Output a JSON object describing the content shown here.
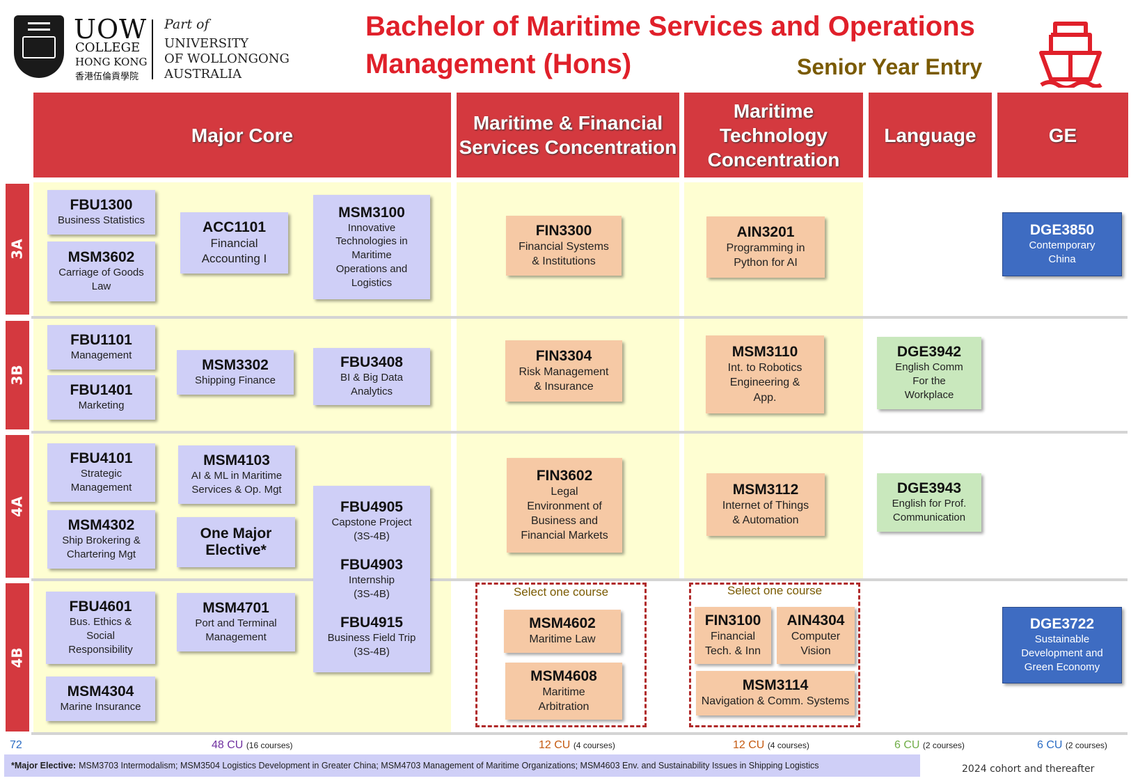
{
  "logo": {
    "uow": "UOW",
    "college": "COLLEGE",
    "hongkong": "HONG KONG",
    "chinese": "香港伍倫貢學院",
    "part_of": "Part of",
    "univ1": "UNIVERSITY",
    "univ2": "OF WOLLONGONG",
    "univ3": "AUSTRALIA"
  },
  "title": {
    "line1": "Bachelor of Maritime Services and Operations",
    "line2": "Management (Hons)",
    "subtitle": "Senior Year Entry"
  },
  "columns": {
    "core": "Major Core",
    "mfs": [
      "Maritime & Financial",
      "Services Concentration"
    ],
    "mtc": [
      "Maritime",
      "Technology",
      "Concentration"
    ],
    "lang": "Language",
    "ge": "GE"
  },
  "rows": [
    "3A",
    "3B",
    "4A",
    "4B"
  ],
  "courses": {
    "fbu1300": {
      "code": "FBU1300",
      "desc": [
        "Business Statistics"
      ]
    },
    "msm3602": {
      "code": "MSM3602",
      "desc": [
        "Carriage of Goods",
        "Law"
      ]
    },
    "acc1101": {
      "code": "ACC1101",
      "desc": [
        "Financial",
        "Accounting I"
      ]
    },
    "msm3100": {
      "code": "MSM3100",
      "desc": [
        "Innovative",
        "Technologies in",
        "Maritime",
        "Operations and",
        "Logistics"
      ]
    },
    "fin3300": {
      "code": "FIN3300",
      "desc": [
        "Financial Systems",
        "& Institutions"
      ]
    },
    "ain3201": {
      "code": "AIN3201",
      "desc": [
        "Programming in",
        "Python for AI"
      ]
    },
    "dge3850": {
      "code": "DGE3850",
      "desc": [
        "Contemporary",
        "China"
      ]
    },
    "fbu1101": {
      "code": "FBU1101",
      "desc": [
        "Management"
      ]
    },
    "fbu1401": {
      "code": "FBU1401",
      "desc": [
        "Marketing"
      ]
    },
    "msm3302": {
      "code": "MSM3302",
      "desc": [
        "Shipping Finance"
      ]
    },
    "fbu3408": {
      "code": "FBU3408",
      "desc": [
        "BI & Big Data",
        "Analytics"
      ]
    },
    "fin3304": {
      "code": "FIN3304",
      "desc": [
        "Risk Management",
        "& Insurance"
      ]
    },
    "msm3110": {
      "code": "MSM3110",
      "desc": [
        "Int. to Robotics",
        "Engineering &",
        "App."
      ]
    },
    "dge3942": {
      "code": "DGE3942",
      "desc": [
        "English Comm",
        "For the",
        "Workplace"
      ]
    },
    "fbu4101": {
      "code": "FBU4101",
      "desc": [
        "Strategic",
        "Management"
      ]
    },
    "msm4302": {
      "code": "MSM4302",
      "desc": [
        "Ship Brokering &",
        "Chartering Mgt"
      ]
    },
    "msm4103": {
      "code": "MSM4103",
      "desc": [
        "AI & ML in Maritime",
        "Services & Op. Mgt"
      ]
    },
    "elective": {
      "code": "One Major",
      "desc": [
        "Elective*"
      ]
    },
    "fin3602": {
      "code": "FIN3602",
      "desc": [
        "Legal",
        "Environment of",
        "Business and",
        "Financial Markets"
      ]
    },
    "msm3112": {
      "code": "MSM3112",
      "desc": [
        "Internet of Things",
        "& Automation"
      ]
    },
    "dge3943": {
      "code": "DGE3943",
      "desc": [
        "English for Prof.",
        "Communication"
      ]
    },
    "fbu4905": {
      "code": "FBU4905",
      "desc": [
        "Capstone Project",
        "(3S-4B)"
      ]
    },
    "fbu4903": {
      "code": "FBU4903",
      "desc": [
        "Internship",
        "(3S-4B)"
      ]
    },
    "fbu4915": {
      "code": "FBU4915",
      "desc": [
        "Business Field Trip",
        "(3S-4B)"
      ]
    },
    "fbu4601": {
      "code": "FBU4601",
      "desc": [
        "Bus. Ethics &",
        "Social",
        "Responsibility"
      ]
    },
    "msm4304": {
      "code": "MSM4304",
      "desc": [
        "Marine Insurance"
      ]
    },
    "msm4701": {
      "code": "MSM4701",
      "desc": [
        "Port and Terminal",
        "Management"
      ]
    },
    "msm4602": {
      "code": "MSM4602",
      "desc": [
        "Maritime Law"
      ]
    },
    "msm4608": {
      "code": "MSM4608",
      "desc": [
        "Maritime",
        "Arbitration"
      ]
    },
    "fin3100": {
      "code": "FIN3100",
      "desc": [
        "Financial",
        "Tech. & Inn"
      ]
    },
    "ain4304": {
      "code": "AIN4304",
      "desc": [
        "Computer",
        "Vision"
      ]
    },
    "msm3114": {
      "code": "MSM3114",
      "desc": [
        "Navigation & Comm. Systems"
      ]
    },
    "dge3722": {
      "code": "DGE3722",
      "desc": [
        "Sustainable",
        "Development and",
        "Green Economy"
      ]
    }
  },
  "select_label": "Select one course",
  "totals": {
    "total": "72",
    "core": {
      "cu": "48 CU",
      "courses": "(16 courses)"
    },
    "mfs": {
      "cu": "12 CU",
      "courses": "(4 courses)"
    },
    "mtc": {
      "cu": "12 CU",
      "courses": "(4 courses)"
    },
    "lang": {
      "cu": "6 CU",
      "courses": "(2 courses)"
    },
    "ge": {
      "cu": "6 CU",
      "courses": "(2 courses)"
    }
  },
  "footnote": {
    "label": "*Major Elective:",
    "text": "MSM3703 Intermodalism; MSM3504 Logistics Development in Greater China; MSM4703 Management of Maritime Organizations; MSM4603 Env. and Sustainability Issues in Shipping Logistics"
  },
  "cohort": "2024 cohort and thereafter",
  "colors": {
    "header_red": "#d4393f",
    "title_red": "#e0202a",
    "subtitle_gold": "#7a5a00",
    "core_purple": "#cfcff7",
    "conc_orange": "#f6c9a5",
    "lang_green": "#c9e8bd",
    "ge_blue": "#3e6cc2",
    "total_blue": "#2b6cc4",
    "core_total_purple": "#7030a0",
    "conc_total_orange": "#c55a11",
    "lang_total_green": "#70ad47"
  }
}
